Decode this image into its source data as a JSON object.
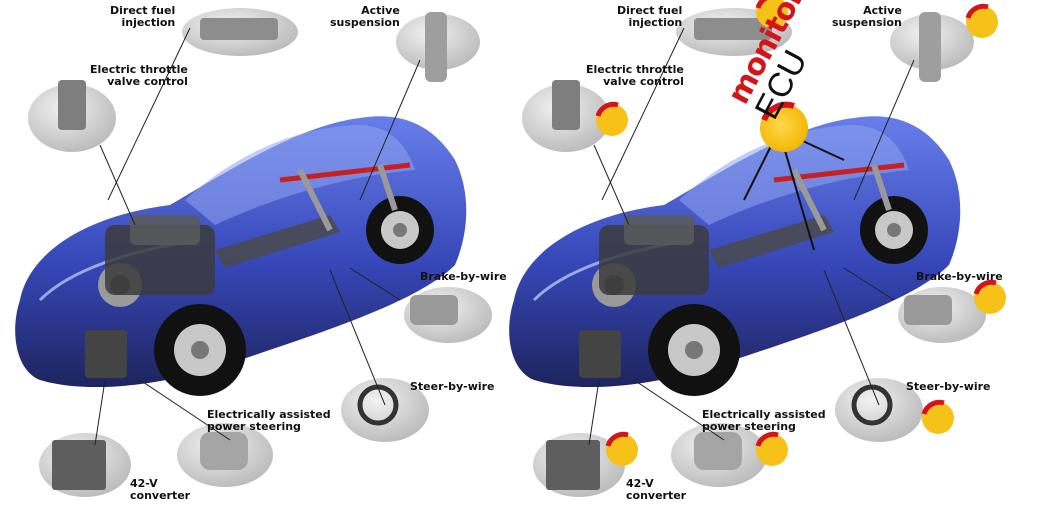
{
  "panels": [
    {
      "id": "left",
      "labels": {
        "direct_fuel_injection": "Direct fuel\ninjection",
        "active_suspension": "Active\nsuspension",
        "electric_throttle": "Electric throttle\nvalve control",
        "brake_by_wire": "Brake-by-wire",
        "steer_by_wire": "Steer-by-wire",
        "power_steering": "Electrically assisted\npower steering",
        "converter": "42-V\nconverter"
      }
    },
    {
      "id": "right",
      "labels": {
        "direct_fuel_injection": "Direct fuel\ninjection",
        "active_suspension": "Active\nsuspension",
        "electric_throttle": "Electric throttle\nvalve control",
        "brake_by_wire": "Brake-by-wire",
        "steer_by_wire": "Steer-by-wire",
        "power_steering": "Electrically assisted\npower steering",
        "converter": "42-V\nconverter"
      },
      "ecu_banner": {
        "monitor": "monitor",
        "ecu": "ECU"
      }
    }
  ],
  "colors": {
    "car_body": "#2a3fb8",
    "car_dark": "#0d1660",
    "ecu_dot": "#f6c21a",
    "ecu_dot_ring": "#d5141a",
    "wire": "#c62020"
  }
}
